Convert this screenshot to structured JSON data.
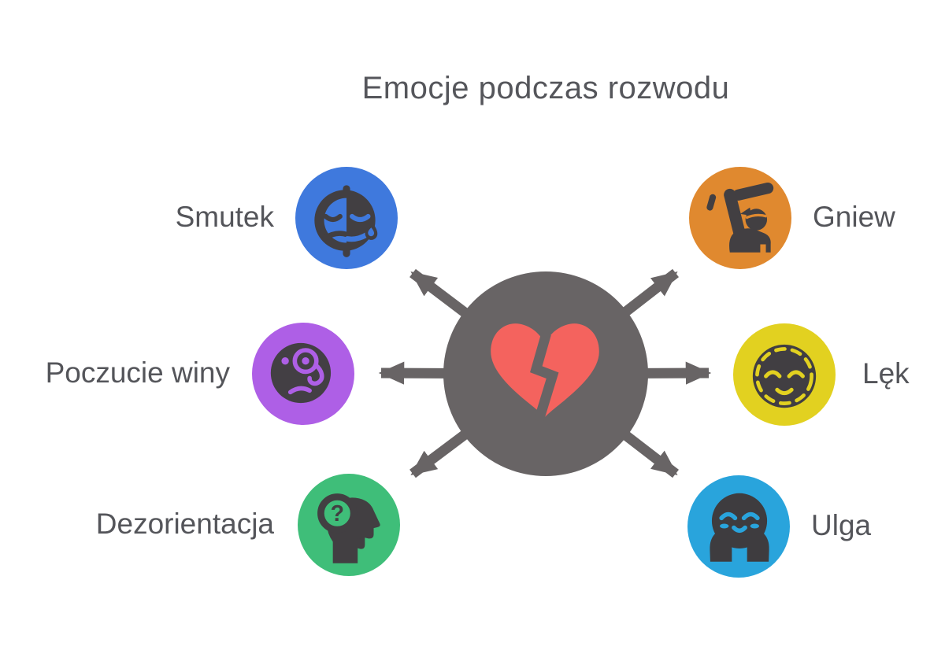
{
  "title": "Emocje podczas rozwodu",
  "center": {
    "icon": "broken-heart-icon",
    "circle_color": "#686465",
    "heart_color": "#F4635E",
    "arrow_color": "#686465",
    "arrow_count": 6
  },
  "nodes": [
    {
      "id": "smutek",
      "label": "Smutek",
      "color": "#3F79DD",
      "icon": "sad-face-tear-icon",
      "position": "top-left"
    },
    {
      "id": "gniew",
      "label": "Gniew",
      "color": "#E0892F",
      "icon": "angry-person-club-icon",
      "position": "top-right"
    },
    {
      "id": "poczucie-winy",
      "label": "Poczucie winy",
      "color": "#AE5FE6",
      "icon": "guilty-face-monocle-icon",
      "position": "middle-left"
    },
    {
      "id": "lek",
      "label": "Lęk",
      "color": "#E2D120",
      "icon": "anxious-dashed-face-icon",
      "position": "middle-right"
    },
    {
      "id": "dezorientacja",
      "label": "Dezorientacja",
      "color": "#3FBE79",
      "icon": "head-question-magnifier-icon",
      "position": "bottom-left"
    },
    {
      "id": "ulga",
      "label": "Ulga",
      "color": "#29A4DC",
      "icon": "relieved-face-hands-icon",
      "position": "bottom-right"
    }
  ],
  "colors": {
    "background": "#FFFFFF",
    "text": "#54555A",
    "icon_dark": "#423F42"
  }
}
